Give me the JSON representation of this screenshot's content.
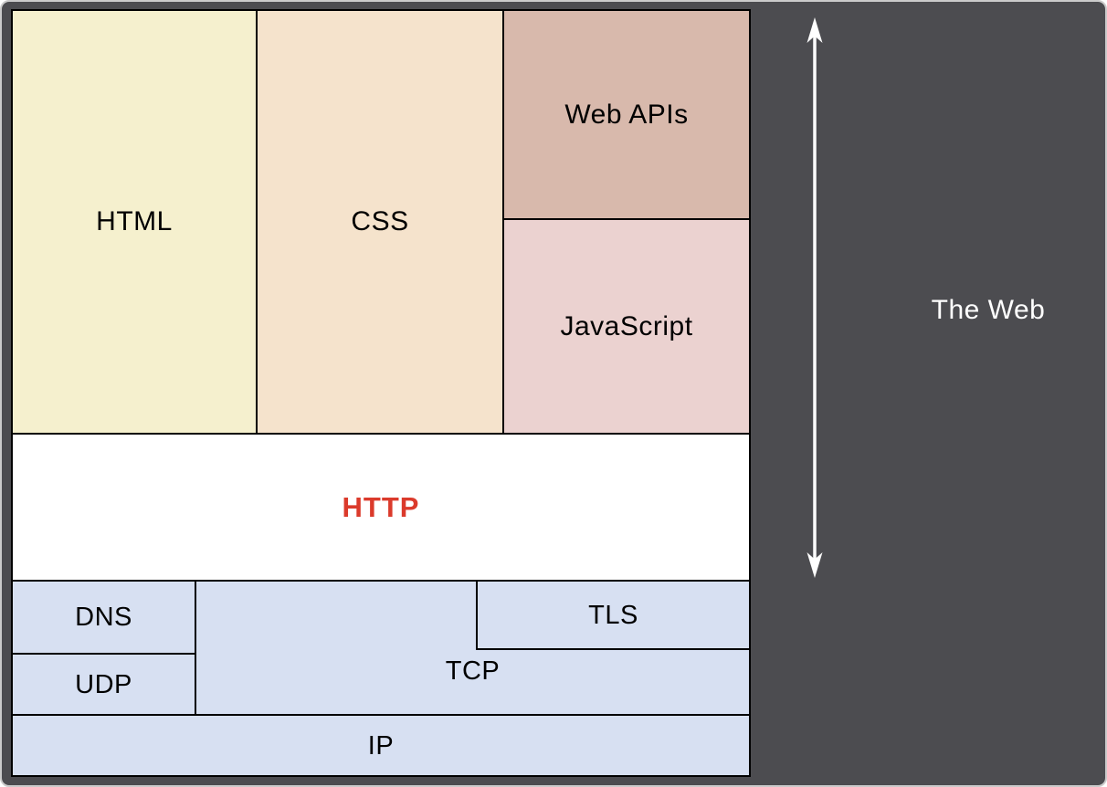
{
  "palette": {
    "background": "#4C4C50",
    "frame_edge": "#CBCBCB",
    "box_border": "#000000",
    "html_fill": "#F5F0CE",
    "css_fill": "#F5E3CC",
    "web_apis_fill": "#D8B9AC",
    "javascript_fill": "#EBD2D0",
    "http_fill": "#FFFFFF",
    "http_text": "#DB3A2B",
    "network_fill": "#D7E0F2",
    "label_text": "#000000",
    "side_label_text": "#FFFFFF",
    "arrow_color": "#FFFFFF"
  },
  "diagram": {
    "boxes": {
      "html": {
        "label": "HTML"
      },
      "css": {
        "label": "CSS"
      },
      "web_apis": {
        "label": "Web APIs"
      },
      "javascript": {
        "label": "JavaScript"
      },
      "http": {
        "label": "HTTP"
      },
      "dns": {
        "label": "DNS"
      },
      "tls": {
        "label": "TLS"
      },
      "udp": {
        "label": "UDP"
      },
      "tcp": {
        "label": "TCP"
      },
      "ip": {
        "label": "IP"
      }
    },
    "side_label": "The Web"
  }
}
